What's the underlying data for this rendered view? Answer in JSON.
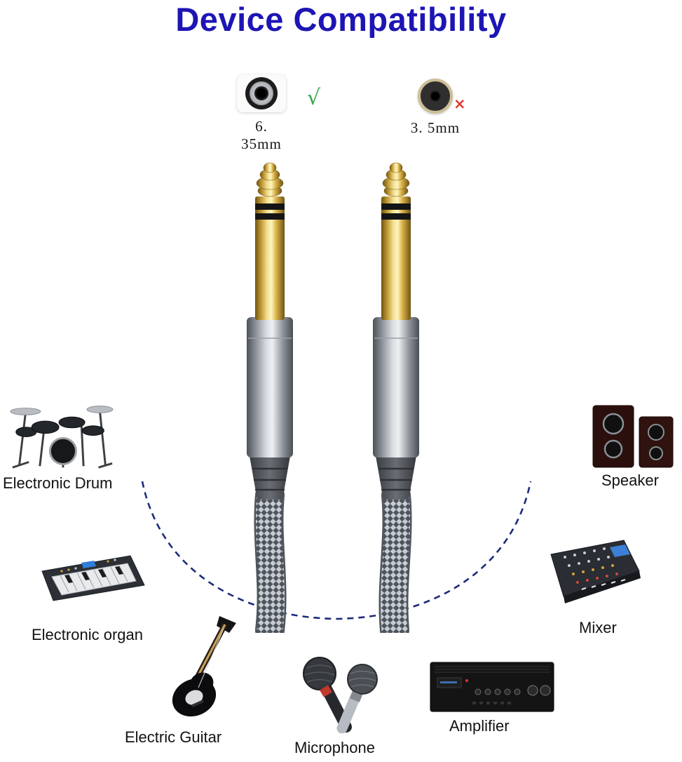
{
  "title": "Device Compatibility",
  "compatibility": {
    "supported": {
      "label": "6. 35mm",
      "mark": "√"
    },
    "unsupported": {
      "label": "3. 5mm",
      "mark": "×"
    }
  },
  "devices": {
    "electronic_drum": {
      "label": "Electronic Drum"
    },
    "speaker": {
      "label": "Speaker"
    },
    "electronic_organ": {
      "label": "Electronic organ"
    },
    "mixer": {
      "label": "Mixer"
    },
    "electric_guitar": {
      "label": "Electric Guitar"
    },
    "microphone": {
      "label": "Microphone"
    },
    "amplifier": {
      "label": "Amplifier"
    }
  },
  "colors": {
    "title": "#1d15b4",
    "check": "#34a84d",
    "cross": "#e2372f",
    "arc": "#1e2b7c",
    "label": "#121212"
  }
}
